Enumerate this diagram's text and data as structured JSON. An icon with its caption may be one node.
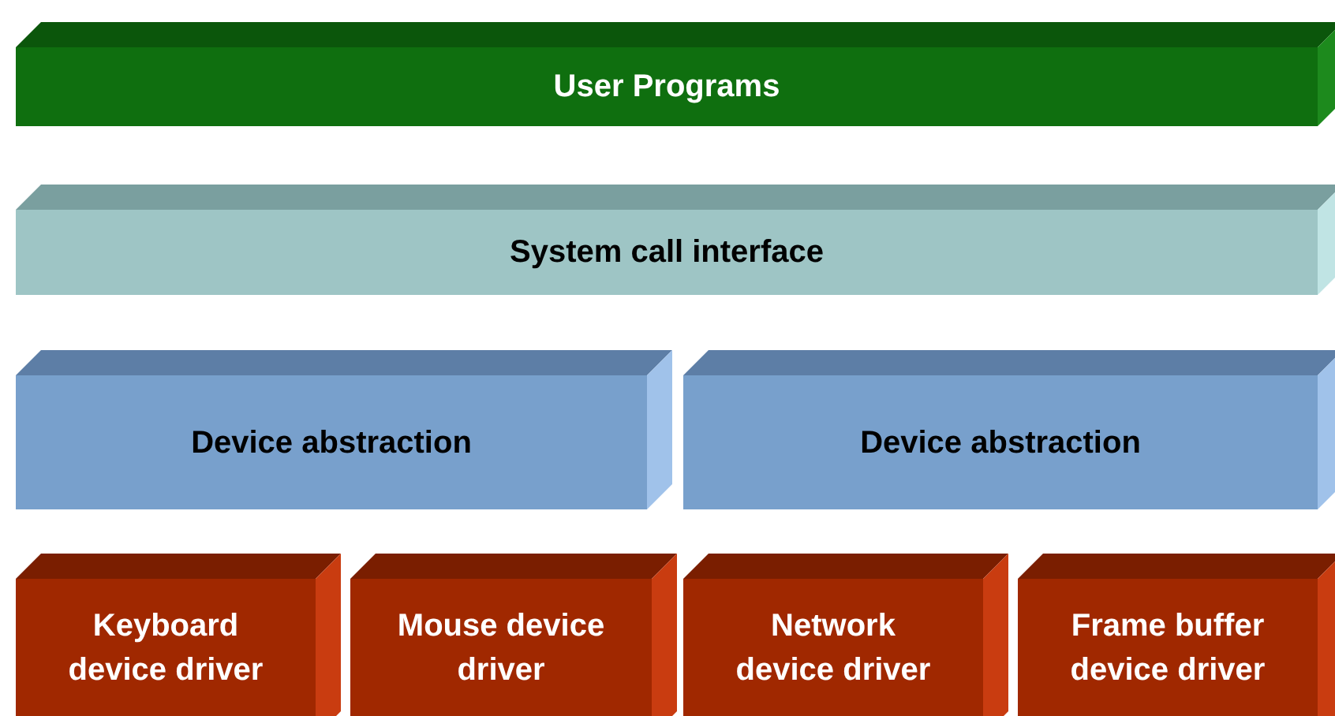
{
  "diagram": {
    "nodes": [
      {
        "text": [
          "User Programs"
        ]
      },
      {
        "text": [
          "System call interface"
        ]
      },
      {
        "text": [
          "Device abstraction"
        ]
      },
      {
        "text": [
          "Device abstraction"
        ]
      },
      {
        "text": [
          "Keyboard device driver"
        ]
      },
      {
        "text": [
          "Mouse device driver"
        ]
      },
      {
        "text": [
          "Network device driver"
        ]
      },
      {
        "text": [
          "Frame buffer device driver"
        ]
      }
    ]
  }
}
